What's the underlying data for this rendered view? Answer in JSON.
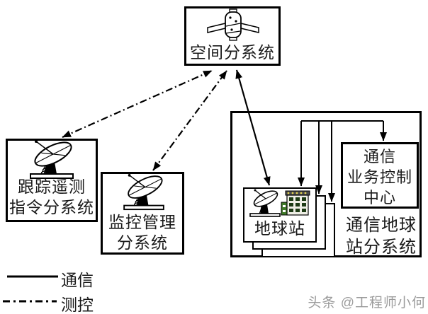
{
  "diagram": {
    "nodes": {
      "space_subsystem": {
        "label": "空间分系统",
        "icon": "satellite-icon"
      },
      "tracking_telemetry_command": {
        "line1": "跟踪遥测",
        "line2": "指令分系统",
        "icon": "satellite-dish-icon"
      },
      "monitoring_management": {
        "line1": "监控管理",
        "line2": "分系统",
        "icon": "satellite-dish-icon"
      },
      "earth_station": {
        "label": "地球站",
        "icon": "earth-station-icon",
        "stacked_copies": 3
      },
      "comm_business_control_center": {
        "line1": "通信",
        "line2": "业务控制",
        "line3": "中心"
      },
      "comm_earth_station_subsystem": {
        "line1": "通信地球",
        "line2": "站分系统"
      }
    },
    "edges": [
      {
        "from": "跟踪遥测指令分系统",
        "to": "空间分系统",
        "style": "dash-dot",
        "meaning": "测控",
        "bidirectional": true
      },
      {
        "from": "监控管理分系统",
        "to": "空间分系统",
        "style": "dash-dot",
        "meaning": "测控",
        "bidirectional": true
      },
      {
        "from": "地球站",
        "to": "空间分系统",
        "style": "solid",
        "meaning": "通信",
        "bidirectional": true
      },
      {
        "from": "通信业务控制中心",
        "to": "地球站",
        "style": "solid",
        "meaning": "通信",
        "bus": true
      }
    ],
    "legend": {
      "items": [
        {
          "line_style": "solid",
          "label": "通信"
        },
        {
          "line_style": "dash-dot",
          "label": "测控"
        }
      ]
    },
    "watermark": "头条 @工程师小何",
    "colors": {
      "line": "#000000",
      "background": "#ffffff",
      "text": "#1a1a1a",
      "watermark": "#9b9b9b",
      "building_green": "#3f7a28",
      "building_roof_dot": "#e0cf4e"
    }
  }
}
